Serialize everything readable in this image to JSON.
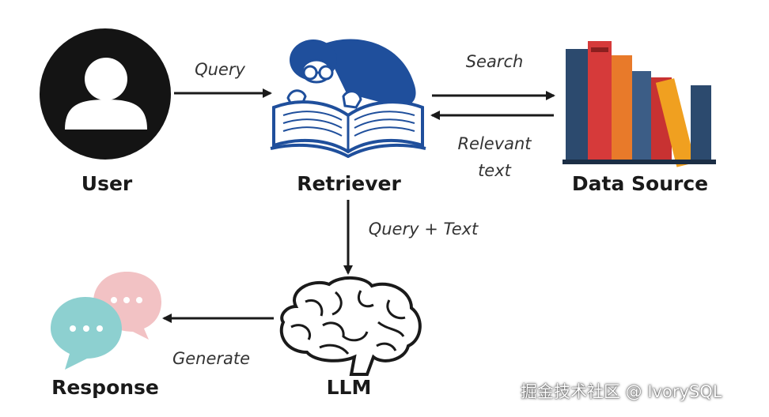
{
  "nodes": {
    "user": "User",
    "retriever": "Retriever",
    "data_source": "Data Source",
    "llm": "LLM",
    "response": "Response"
  },
  "edges": {
    "user_to_retriever": "Query",
    "retriever_to_source": "Search",
    "source_to_retriever_line1": "Relevant",
    "source_to_retriever_line2": "text",
    "retriever_to_llm": "Query + Text",
    "llm_to_response": "Generate"
  },
  "watermark": "掘金技术社区 @ IvorySQL",
  "icons": {
    "user": "user-avatar-icon",
    "retriever": "reader-with-book-icon",
    "data_source": "books-icon",
    "llm": "brain-icon",
    "response": "chat-bubbles-icon"
  },
  "colors": {
    "avatar": "#141414",
    "book_blue": "#1f4f9c",
    "chat_pink": "#f2c2c4",
    "chat_teal": "#8dd0d0"
  }
}
